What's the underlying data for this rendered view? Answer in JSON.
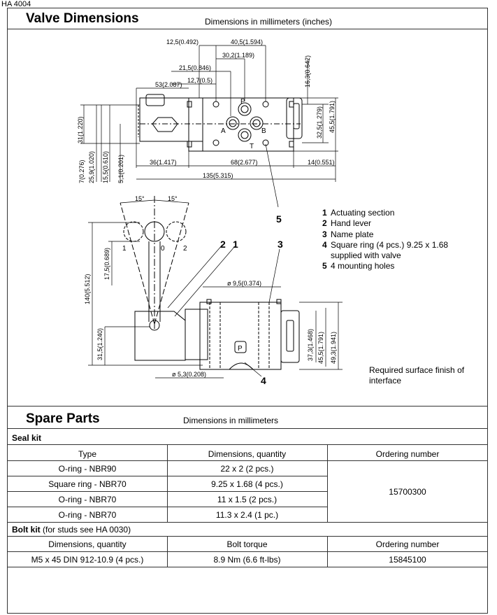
{
  "doc_code": "HA 4004",
  "valve": {
    "title": "Valve Dimensions",
    "subtitle": "Dimensions in millimeters (inches)",
    "dims": {
      "d1": "12,5(0.492)",
      "d2": "40,5(1.594)",
      "d3": "30,2(1.189)",
      "d4": "21,5(0.846)",
      "d5": "12,7(0.5)",
      "d6": "53(2.087)",
      "d7": "16,3(0.642)",
      "d8": "31(1.220)",
      "d9": "32,5(1.279)",
      "d10": "45,5(1.791)",
      "d11": "7(0.276)",
      "d12": "25,9(1.020)",
      "d13": "15,5(0.610)",
      "d14": "5,1(0.201)",
      "d15": "36(1.417)",
      "d16": "68(2.677)",
      "d17": "14(0.551)",
      "d18": "135(5.315)",
      "d19": "15°",
      "d20": "15°",
      "d21": "17,5(0.689)",
      "d22": "140(5.512)",
      "d23": "31,5(1.240)",
      "d24": "ø 9,5(0.374)",
      "d25": "37,3(1.468)",
      "d26": "45,5(1.791)",
      "d27": "49,3(1.941)",
      "d28": "ø 5,3(0.208)"
    },
    "ports": {
      "p": "P",
      "a": "A",
      "b": "B",
      "t": "T",
      "p_plate": "P"
    },
    "lever_positions": {
      "l1": "1",
      "l0": "0",
      "l2": "2"
    },
    "callouts": {
      "c5": "5",
      "c2": "2",
      "c1": "1",
      "c3": "3",
      "c4": "4"
    },
    "legend": [
      {
        "num": "1",
        "text": "Actuating section"
      },
      {
        "num": "2",
        "text": "Hand lever"
      },
      {
        "num": "3",
        "text": "Name plate"
      },
      {
        "num": "4",
        "text": "Square ring (4 pcs.) 9.25 x 1.68",
        "cont": "supplied with valve"
      },
      {
        "num": "5",
        "text": "4 mounting holes"
      }
    ],
    "finish_note": "Required surface finish of interface"
  },
  "spare": {
    "title": "Spare Parts",
    "subtitle": "Dimensions in millimeters",
    "seal_kit": {
      "label": "Seal kit",
      "headers": [
        "Type",
        "Dimensions, quantity",
        "Ordering number"
      ],
      "rows": [
        {
          "type": "O-ring - NBR90",
          "dim": "22 x 2 (2 pcs.)"
        },
        {
          "type": "Square ring - NBR70",
          "dim": "9.25 x 1.68 (4 pcs.)"
        },
        {
          "type": "O-ring - NBR70",
          "dim": "11 x 1.5 (2 pcs.)"
        },
        {
          "type": "O-ring - NBR70",
          "dim": "11.3 x 2.4 (1 pc.)"
        }
      ],
      "ordering_number": "15700300"
    },
    "bolt_kit": {
      "label": "Bolt kit",
      "note": "(for studs see HA 0030)",
      "headers": [
        "Dimensions, quantity",
        "Bolt torque",
        "Ordering number"
      ],
      "row": {
        "dim": "M5 x 45 DIN 912-10.9 (4 pcs.)",
        "torque": "8.9 Nm (6.6 ft-lbs)",
        "order": "15845100"
      }
    }
  }
}
